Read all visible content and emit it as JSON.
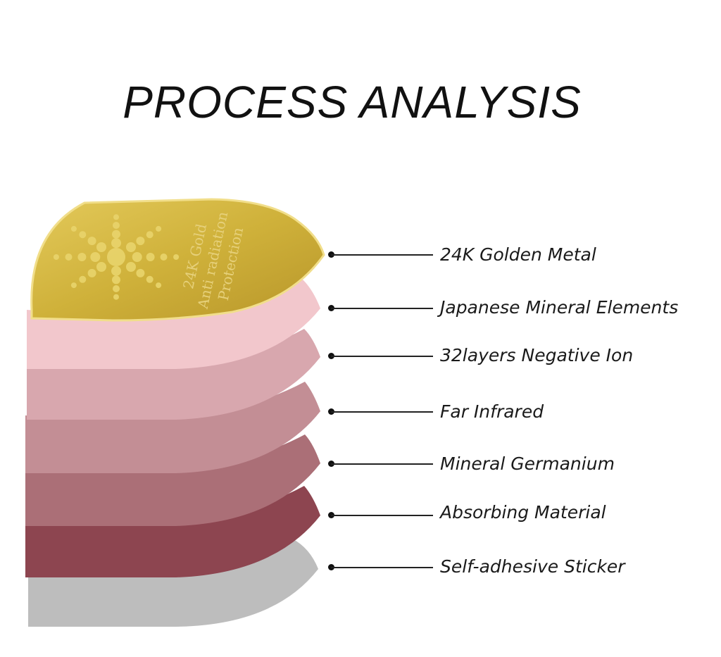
{
  "title": "PROCESS ANALYSIS",
  "badge": {
    "line1": "24K Gold",
    "line2": "Anti radiation",
    "line3": "Protection"
  },
  "layers": [
    {
      "label": "24K Golden Metal",
      "color": "#d4b63a"
    },
    {
      "label": "Japanese Mineral Elements",
      "color": "#f2c7cc"
    },
    {
      "label": "32layers Negative Ion",
      "color": "#d8a7ae"
    },
    {
      "label": "Far Infrared",
      "color": "#c38e95"
    },
    {
      "label": "Mineral Germanium",
      "color": "#ab6f77"
    },
    {
      "label": "Absorbing Material",
      "color": "#8d4550"
    },
    {
      "label": "Self-adhesive Sticker",
      "color": "#bdbdbd"
    }
  ]
}
